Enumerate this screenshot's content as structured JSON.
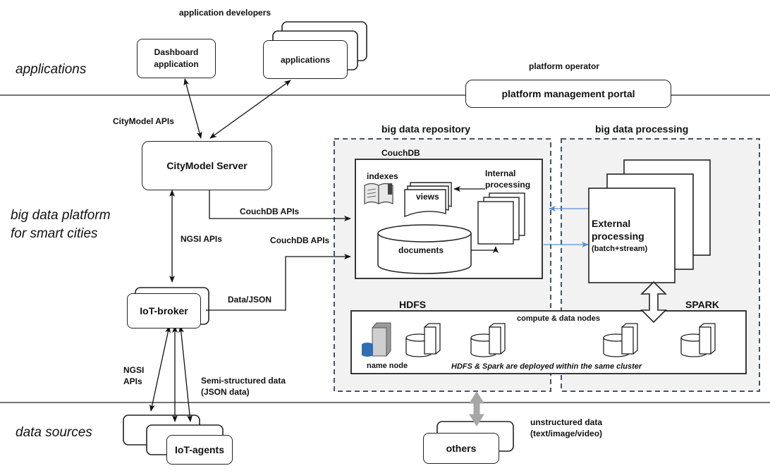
{
  "layers": {
    "applications": "applications",
    "platform_line1": "big data platform",
    "platform_line2": "for smart cities",
    "data_sources": "data sources"
  },
  "actors": {
    "application_developers": "application developers",
    "platform_operator": "platform operator"
  },
  "components": {
    "dashboard_line1": "Dashboard",
    "dashboard_line2": "application",
    "applications": "applications",
    "management_portal": "platform management portal",
    "citymodel_server": "CityModel Server",
    "iot_broker": "IoT-broker",
    "iot_agents": "IoT-agents",
    "others": "others"
  },
  "interfaces": {
    "citymodel_apis": "CityModel APIs",
    "couchdb_apis_1": "CouchDB APIs",
    "couchdb_apis_2": "CouchDB APIs",
    "ngsi_apis": "NGSI APIs",
    "ngsi_apis_lower_1": "NGSI",
    "ngsi_apis_lower_2": "APIs",
    "data_json": "Data/JSON",
    "semi_structured_1": "Semi-structured data",
    "semi_structured_2": "(JSON data)",
    "unstructured_1": "unstructured data",
    "unstructured_2": "(text/image/video)"
  },
  "repository": {
    "title": "big data repository",
    "couchdb": "CouchDB",
    "indexes": "indexes",
    "views": "views",
    "internal_1": "Internal",
    "internal_2": "processing",
    "documents": "documents",
    "hdfs": "HDFS"
  },
  "processing": {
    "title": "big data processing",
    "external_1": "External",
    "external_2": "processing",
    "external_3": "(batch+stream)",
    "spark": "SPARK"
  },
  "cluster": {
    "compute_nodes": "compute & data nodes",
    "name_node": "name node",
    "note": "HDFS & Spark are deployed within the same cluster"
  },
  "colors": {
    "dashed_border": "#44546a",
    "panel_fill": "#f2f2f2",
    "arrow_blue": "#5b8fd1",
    "db_blue": "#2f6eb5",
    "gray_arrow": "#a6a6a6"
  }
}
